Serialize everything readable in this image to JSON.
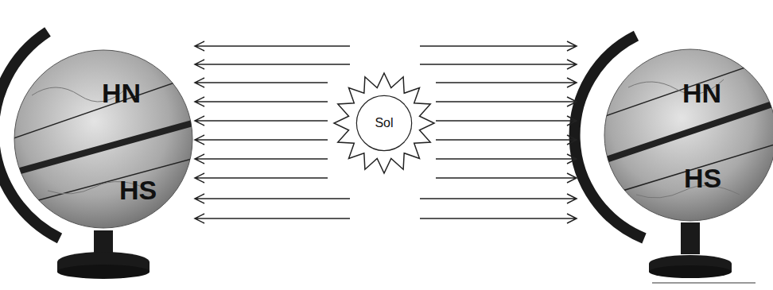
{
  "diagram": {
    "nodes": [
      {
        "text": [
          "Sol"
        ]
      }
    ],
    "labels": [
      "HN",
      "HS",
      "HN",
      "HS"
    ]
  }
}
